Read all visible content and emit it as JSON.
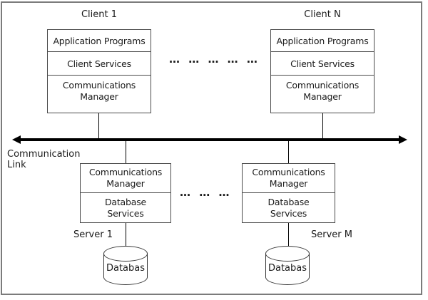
{
  "clients": [
    {
      "title": "Client 1",
      "layers": [
        "Application Programs",
        "Client Services",
        "Communications\nManager"
      ]
    },
    {
      "title": "Client N",
      "layers": [
        "Application Programs",
        "Client Services",
        "Communications\nManager"
      ]
    }
  ],
  "communication_link": {
    "label": "Communication\nLink"
  },
  "ellipsis": {
    "between_clients": "… … … … …",
    "between_servers": "… … …"
  },
  "servers": [
    {
      "label": "Server 1",
      "layers": [
        "Communications\nManager",
        "Database\nServices"
      ],
      "database_label": "Databas"
    },
    {
      "label": "Server M",
      "layers": [
        "Communications\nManager",
        "Database\nServices"
      ],
      "database_label": "Databas"
    }
  ],
  "colors": {
    "arrow": "#000000",
    "box_border": "#4a4a4a",
    "frame_border": "#7b7b7b",
    "background": "#ffffff"
  }
}
